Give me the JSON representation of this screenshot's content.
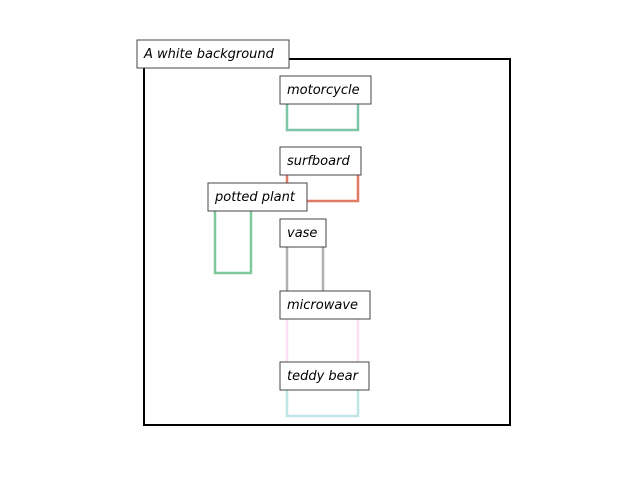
{
  "scene": {
    "background_label": "A white background",
    "frame_color": "#000000"
  },
  "objects": [
    {
      "key": "motorcycle",
      "label": "motorcycle",
      "color": "#7fc6a8"
    },
    {
      "key": "surfboard",
      "label": "surfboard",
      "color": "#e07a62"
    },
    {
      "key": "potted_plant",
      "label": "potted plant",
      "color": "#7fc99a"
    },
    {
      "key": "vase",
      "label": "vase",
      "color": "#b0b0b0"
    },
    {
      "key": "microwave",
      "label": "microwave",
      "color": "#fbe0f4"
    },
    {
      "key": "teddy_bear",
      "label": "teddy bear",
      "color": "#bfe6e4"
    }
  ]
}
